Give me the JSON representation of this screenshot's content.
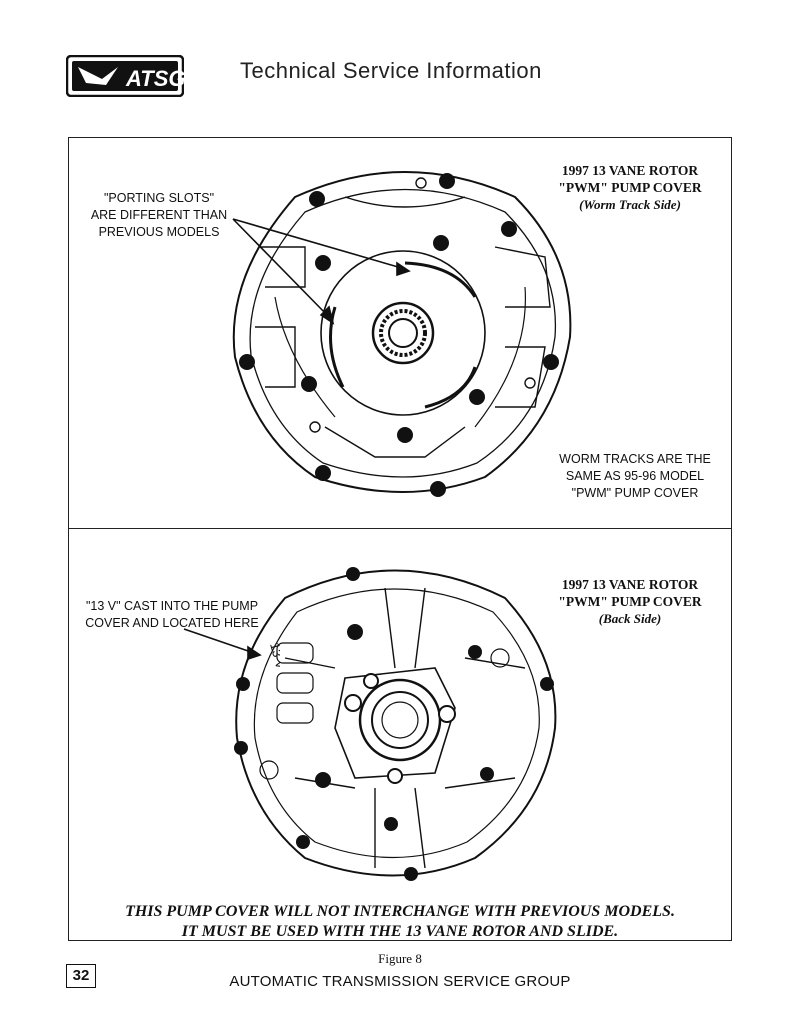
{
  "header": {
    "logo_text": "ATSG",
    "title": "Technical Service Information"
  },
  "panel_top": {
    "label_line1": "1997 13 VANE ROTOR",
    "label_line2": "\"PWM\" PUMP COVER",
    "label_sub": "(Worm Track Side)",
    "callout_left": [
      "\"PORTING SLOTS\"",
      "ARE DIFFERENT THAN",
      "PREVIOUS MODELS"
    ],
    "callout_right": [
      "WORM TRACKS ARE THE",
      "SAME AS 95-96 MODEL",
      "\"PWM\" PUMP COVER"
    ]
  },
  "panel_bottom": {
    "label_line1": "1997 13 VANE ROTOR",
    "label_line2": "\"PWM\" PUMP COVER",
    "label_sub": "(Back Side)",
    "callout_left": [
      "\"13 V\" CAST INTO THE PUMP",
      "COVER AND LOCATED HERE"
    ],
    "cast_mark": "13 V"
  },
  "warning": {
    "line1": "THIS PUMP COVER WILL NOT INTERCHANGE WITH PREVIOUS MODELS.",
    "line2": "IT MUST BE USED WITH THE 13 VANE ROTOR AND SLIDE."
  },
  "caption": "Figure 8",
  "footer": {
    "page_number": "32",
    "text": "AUTOMATIC TRANSMISSION SERVICE GROUP"
  }
}
